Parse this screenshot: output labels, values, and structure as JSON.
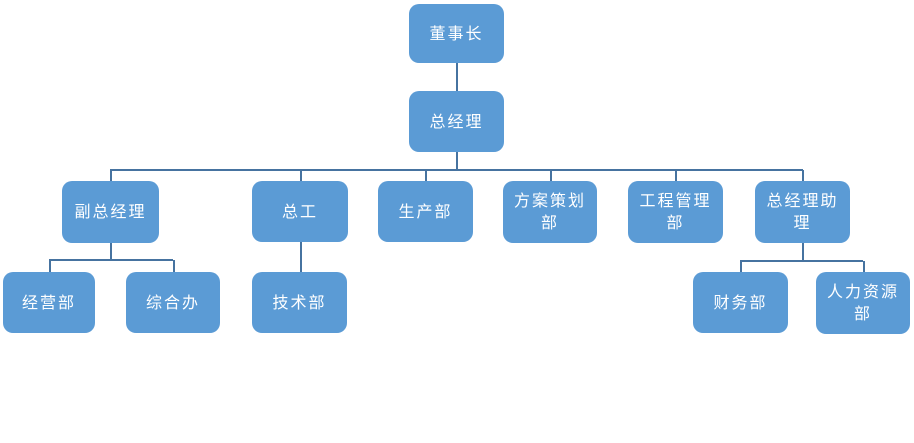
{
  "chart_type": "org-chart",
  "colors": {
    "node_fill": "#5b9bd5",
    "node_text": "#ffffff",
    "connector": "#4673a0",
    "background": "#ffffff"
  },
  "nodes": {
    "chairman": {
      "label": "董事长"
    },
    "gm": {
      "label": "总经理"
    },
    "deputy_gm": {
      "label": "副总经理"
    },
    "chief_engineer": {
      "label": "总工"
    },
    "production": {
      "label": "生产部"
    },
    "planning": {
      "label": "方案策划\n部"
    },
    "engineering": {
      "label": "工程管理\n部"
    },
    "gm_assistant": {
      "label": "总经理助\n理"
    },
    "operations": {
      "label": "经营部"
    },
    "general_office": {
      "label": "综合办"
    },
    "technology": {
      "label": "技术部"
    },
    "finance": {
      "label": "财务部"
    },
    "hr": {
      "label": "人力资源\n部"
    }
  },
  "edges": [
    [
      "chairman",
      "gm"
    ],
    [
      "gm",
      "deputy_gm"
    ],
    [
      "gm",
      "chief_engineer"
    ],
    [
      "gm",
      "production"
    ],
    [
      "gm",
      "planning"
    ],
    [
      "gm",
      "engineering"
    ],
    [
      "gm",
      "gm_assistant"
    ],
    [
      "deputy_gm",
      "operations"
    ],
    [
      "deputy_gm",
      "general_office"
    ],
    [
      "chief_engineer",
      "technology"
    ],
    [
      "gm_assistant",
      "finance"
    ],
    [
      "gm_assistant",
      "hr"
    ]
  ]
}
